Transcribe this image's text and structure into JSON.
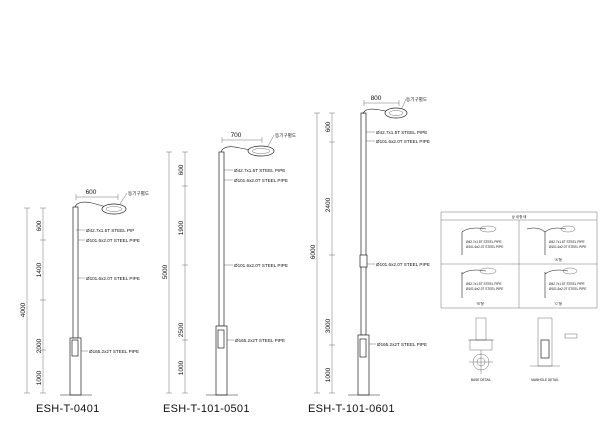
{
  "poles": [
    {
      "model": "ESH-T-0401",
      "arm_dim": "600",
      "lamp_label": "등기구별도",
      "total_height": "4000",
      "seg_dims": [
        "600",
        "1400",
        "2000",
        "1000"
      ],
      "labels": [
        "Ø42.7x1.5T STEEL PIP",
        "Ø101.6x2.0T STEEL PIPE",
        "Ø101.6x2.0T STEEL PIPE",
        "Ø165.2x2T STEEL PIPE"
      ]
    },
    {
      "model": "ESH-T-101-0501",
      "arm_dim": "700",
      "lamp_label": "등기구별도",
      "total_height": "5000",
      "seg_dims": [
        "600",
        "1900",
        "2500",
        "1000"
      ],
      "labels": [
        "Ø42.7x1.5T STEEL PIPE",
        "Ø101.6x2.0T STEEL PIPE",
        "Ø101.6x2.0T STEEL PIPE",
        "Ø165.2x2T STEEL PIPE"
      ]
    },
    {
      "model": "ESH-T-101-0601",
      "arm_dim": "800",
      "lamp_label": "등기구별도",
      "total_height": "6000",
      "seg_dims": [
        "600",
        "2400",
        "3000",
        "1000"
      ],
      "labels": [
        "Ø42.7x1.5T STEEL PIPE",
        "Ø101.6x2.0T STEEL PIPE",
        "Ø101.6x2.0T STEEL PIPE",
        "Ø165.2x2T STEEL PIPE"
      ]
    }
  ],
  "detail": {
    "title": "상 세 형 태",
    "cells": [
      "",
      "\"A\"형",
      "\"B\"형",
      "\"C\"형"
    ],
    "cell_labels": [
      "Ø42.7x1.5T STEEL PIPE",
      "Ø101.6x2.0T STEEL PIPE"
    ],
    "bottom_left": "BASE DETAIL",
    "bottom_right": "MANHOLE DETAIL"
  }
}
